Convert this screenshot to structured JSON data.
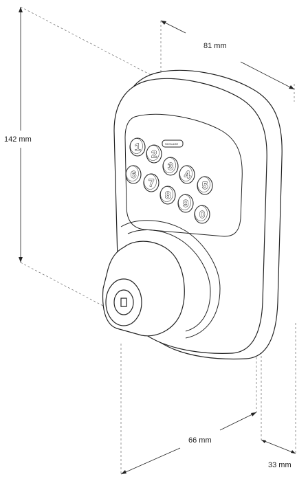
{
  "dimensions": {
    "height": "142 mm",
    "width": "81 mm",
    "bottom_width": "66 mm",
    "depth": "33 mm"
  },
  "brand_label": "SCHLAGE",
  "keypad": {
    "keys": [
      "1",
      "2",
      "3",
      "4",
      "5",
      "6",
      "7",
      "8",
      "9",
      "0"
    ]
  },
  "colors": {
    "line": "#222222",
    "dashed": "#666666",
    "background": "#ffffff"
  }
}
